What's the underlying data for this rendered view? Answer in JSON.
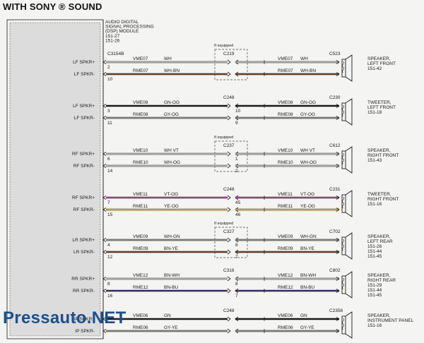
{
  "title": "WITH SONY ® SOUND",
  "watermark": "Pressauto.NET",
  "module": {
    "lines": [
      "AUDIO DIGITAL",
      "SIGNAL PROCESSING",
      "(DSP) MODULE",
      "151-27",
      "151-26"
    ],
    "module_connector": "C3154B"
  },
  "colors": {
    "background": "#f4f4f2",
    "module_fill": "#dcdcdc",
    "wire": "#1a1a1a",
    "pink_wire": "#d63cc4",
    "yellow_wire": "#e8d23a",
    "grey_wire": "#9a9a9a",
    "brown_wire": "#7a4a2a",
    "purple_wire": "#4a2a7a",
    "watermark": "#1c4f8c"
  },
  "channels": [
    {
      "id": "lf-woofer",
      "equipped_note": "If equipped",
      "center_connector": "C219",
      "speaker_connector": "C523",
      "speaker_label": [
        "SPEAKER,",
        "LEFT FRONT",
        "151-42"
      ],
      "wires": [
        {
          "signal": "LF SPKR+",
          "module_pin": "2",
          "circuit_left": "VME07",
          "color_left": "WH",
          "center_pin_left": "",
          "center_pin_right": "",
          "circuit_right": "VME07",
          "color_right": "WH",
          "speaker_pin": "",
          "stripe": "#cfcfcf"
        },
        {
          "signal": "LF SPKR-",
          "module_pin": "10",
          "circuit_left": "RME07",
          "color_left": "WH-BN",
          "center_pin_left": "",
          "center_pin_right": "",
          "circuit_right": "RME07",
          "color_right": "WH-BN",
          "speaker_pin": "",
          "stripe": "#7a4a2a"
        }
      ]
    },
    {
      "id": "lf-tweeter",
      "equipped_note": "",
      "center_connector": "C248",
      "speaker_connector": "C230",
      "speaker_label": [
        "TWEETER,",
        "LEFT FRONT",
        "151-18"
      ],
      "wires": [
        {
          "signal": "LF SPKR+",
          "module_pin": "3",
          "circuit_left": "VME08",
          "color_left": "GN-OG",
          "center_pin_left": "",
          "center_pin_right": "10",
          "circuit_right": "VME08",
          "color_right": "GN-OG",
          "speaker_pin": "",
          "stripe": "#1a1a1a"
        },
        {
          "signal": "LF SPKR-",
          "module_pin": "11",
          "circuit_left": "RME08",
          "color_left": "GY-OG",
          "center_pin_left": "",
          "center_pin_right": "9",
          "circuit_right": "RME08",
          "color_right": "GY-OG",
          "speaker_pin": "",
          "stripe": "#9a9a9a"
        }
      ]
    },
    {
      "id": "rf-woofer",
      "equipped_note": "If equipped",
      "center_connector": "C237",
      "speaker_connector": "C612",
      "speaker_label": [
        "SPEAKER,",
        "RIGHT FRONT",
        "151-43"
      ],
      "wires": [
        {
          "signal": "RF SPKR+",
          "module_pin": "6",
          "circuit_left": "VME10",
          "color_left": "WH VT",
          "center_pin_left": "",
          "center_pin_right": "1",
          "circuit_right": "VME10",
          "color_right": "WH VT",
          "speaker_pin": "",
          "stripe": "#cfcfcf"
        },
        {
          "signal": "RF SPKR-",
          "module_pin": "14",
          "circuit_left": "RME10",
          "color_left": "WH-OG",
          "center_pin_left": "",
          "center_pin_right": "2",
          "circuit_right": "RME10",
          "color_right": "WH-OG",
          "speaker_pin": "",
          "stripe": "#cfcfcf"
        }
      ]
    },
    {
      "id": "rf-tweeter",
      "equipped_note": "",
      "center_connector": "C248",
      "speaker_connector": "C231",
      "speaker_label": [
        "TWEETER,",
        "RIGHT FRONT",
        "151-16"
      ],
      "wires": [
        {
          "signal": "RF SPKR+",
          "module_pin": "7",
          "circuit_left": "VME11",
          "color_left": "VT-OG",
          "center_pin_left": "",
          "center_pin_right": "45",
          "circuit_right": "VME11",
          "color_right": "VT-OG",
          "speaker_pin": "",
          "stripe": "#d63cc4"
        },
        {
          "signal": "RF SPKR-",
          "module_pin": "15",
          "circuit_left": "RME11",
          "color_left": "YE-OG",
          "center_pin_left": "",
          "center_pin_right": "46",
          "circuit_right": "RME11",
          "color_right": "YE-OG",
          "speaker_pin": "",
          "stripe": "#e8d23a"
        }
      ]
    },
    {
      "id": "lr",
      "equipped_note": "If equipped",
      "center_connector": "C327",
      "speaker_connector": "C702",
      "speaker_label": [
        "SPEAKER,",
        "LEFT REAR",
        "151-26",
        "151-44",
        "151-45"
      ],
      "wires": [
        {
          "signal": "LR SPKR+",
          "module_pin": "4",
          "circuit_left": "VME09",
          "color_left": "WH-GN",
          "center_pin_left": "",
          "center_pin_right": "8",
          "circuit_right": "VME09",
          "color_right": "WH-GN",
          "speaker_pin": "",
          "stripe": "#9a9a9a"
        },
        {
          "signal": "LR SPKR-",
          "module_pin": "12",
          "circuit_left": "RME09",
          "color_left": "BN-YE",
          "center_pin_left": "",
          "center_pin_right": "7",
          "circuit_right": "RME09",
          "color_right": "BN-YE",
          "speaker_pin": "",
          "stripe": "#7a4a2a"
        }
      ]
    },
    {
      "id": "rr",
      "equipped_note": "",
      "center_connector": "C316",
      "speaker_connector": "C802",
      "speaker_label": [
        "SPEAKER,",
        "RIGHT REAR",
        "151-29",
        "151-44",
        "151-45"
      ],
      "wires": [
        {
          "signal": "RR SPKR+",
          "module_pin": "8",
          "circuit_left": "VME12",
          "color_left": "BN-WH",
          "center_pin_left": "",
          "center_pin_right": "8",
          "circuit_right": "VME12",
          "color_right": "BN-WH",
          "speaker_pin": "",
          "stripe": "#cfcfcf"
        },
        {
          "signal": "RR SPKR-",
          "module_pin": "16",
          "circuit_left": "RME12",
          "color_left": "BN-BU",
          "center_pin_left": "",
          "center_pin_right": "7",
          "circuit_right": "RME12",
          "color_right": "BN-BU",
          "speaker_pin": "",
          "stripe": "#4a2a7a"
        }
      ]
    },
    {
      "id": "ip",
      "equipped_note": "",
      "center_connector": "C248",
      "speaker_connector": "C2356",
      "speaker_label": [
        "SPEAKER,",
        "INSTRUMENT PANEL",
        "151-16"
      ],
      "wires": [
        {
          "signal": "IP SPKR+",
          "module_pin": "",
          "circuit_left": "VME06",
          "color_left": "GN",
          "center_pin_left": "",
          "center_pin_right": "",
          "circuit_right": "VME06",
          "color_right": "GN",
          "speaker_pin": "",
          "stripe": "#1a1a1a"
        },
        {
          "signal": "IP SPKR-",
          "module_pin": "",
          "circuit_left": "RME06",
          "color_left": "GY-YE",
          "center_pin_left": "",
          "center_pin_right": "",
          "circuit_right": "RME06",
          "color_right": "GY-YE",
          "speaker_pin": "",
          "stripe": "#9a9a9a"
        }
      ]
    }
  ]
}
